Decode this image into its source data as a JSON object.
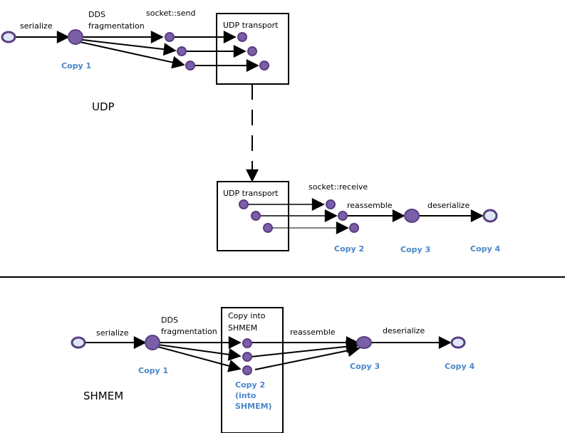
{
  "colors": {
    "node_fill": "#7b5ea8",
    "node_stroke": "#5a3f82",
    "node_light_fill": "#dfe6f5",
    "copy_label": "#4a86c8"
  },
  "udp": {
    "section_label": "UDP",
    "labels": {
      "serialize": "serialize",
      "fragmentation": [
        "DDS",
        "fragmentation"
      ],
      "socket_send": "socket::send",
      "transport_send": "UDP transport",
      "transport_recv": "UDP transport",
      "socket_receive": "socket::receive",
      "reassemble": "reassemble",
      "deserialize": "deserialize"
    },
    "copies": [
      "Copy 1",
      "Copy 2",
      "Copy 3",
      "Copy 4"
    ]
  },
  "shmem": {
    "section_label": "SHMEM",
    "labels": {
      "serialize": "serialize",
      "fragmentation": [
        "DDS",
        "fragmentation"
      ],
      "copy_into": [
        "Copy into",
        "SHMEM"
      ],
      "reassemble": "reassemble",
      "deserialize": "deserialize"
    },
    "copies": [
      "Copy 1",
      "Copy 2",
      "(into",
      "SHMEM)",
      "Copy 3",
      "Copy 4"
    ]
  }
}
